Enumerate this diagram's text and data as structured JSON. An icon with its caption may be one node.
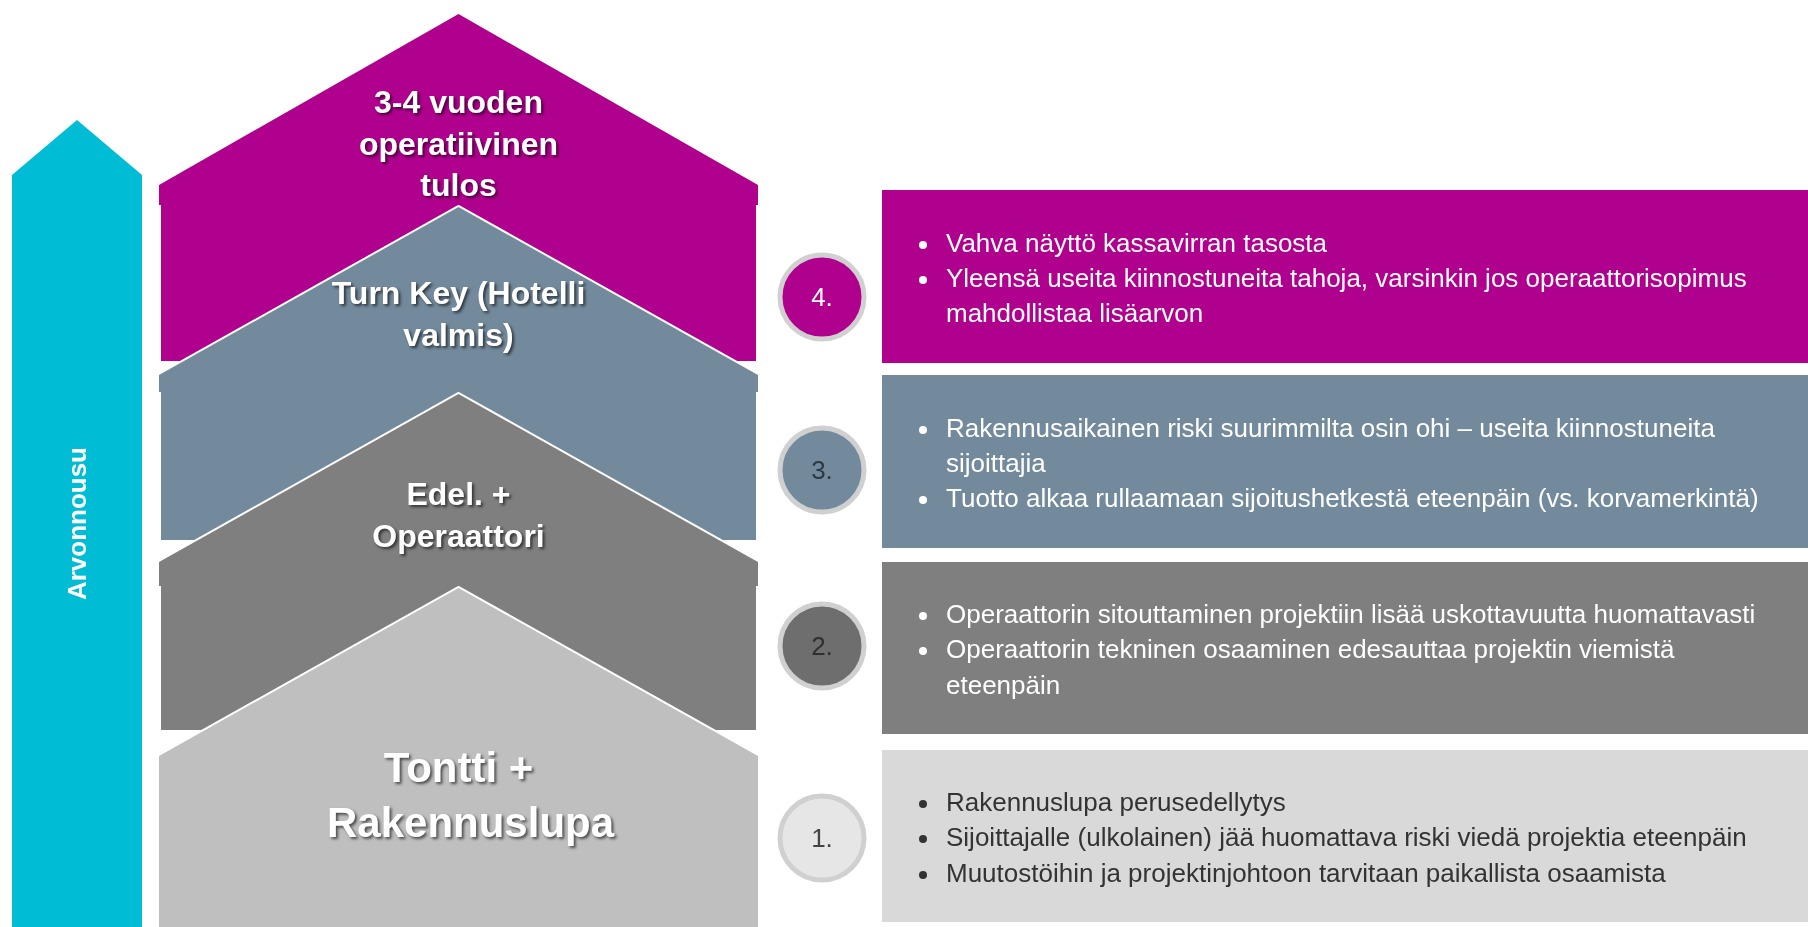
{
  "diagram": {
    "nodes": [
      {
        "text": [
          "Arvonnousu"
        ]
      },
      {
        "text": [
          "3-4 vuoden operatiivinen tulos"
        ]
      },
      {
        "text": [
          "Turn Key (Hotelli valmis)"
        ]
      },
      {
        "text": [
          "Edel. + Operaattori"
        ]
      },
      {
        "text": [
          "Tontti + Rakennuslupa"
        ]
      },
      {
        "text": [
          "4."
        ]
      },
      {
        "text": [
          "Vahva näyttö kassavirran tasosta",
          "Yleensä useita kiinnostuneita tahoja, varsinkin jos operaattorisopimus mahdollistaa lisäarvon"
        ]
      },
      {
        "text": [
          "3."
        ]
      },
      {
        "text": [
          "Rakennusaikainen riski suurimmilta osin ohi – useita kiinnostuneita sijoittajia",
          "Tuotto alkaa rullaamaan sijoitushetkestä eteenpäin (vs. korvamerkintä)"
        ]
      },
      {
        "text": [
          "2."
        ]
      },
      {
        "text": [
          "Operaattorin sitouttaminen projektiin lisää uskottavuutta huomattavasti",
          "Operaattorin tekninen osaaminen edesauttaa projektin viemistä eteenpäin"
        ]
      },
      {
        "text": [
          "1."
        ]
      },
      {
        "text": [
          "Rakennuslupa perusedellytys",
          "Sijoittajalle (ulkolainen) jää huomattava riski viedä projektia eteenpäin",
          "Muutostöihin ja projektinjohtoon tarvitaan paikallista osaamista"
        ]
      }
    ]
  }
}
